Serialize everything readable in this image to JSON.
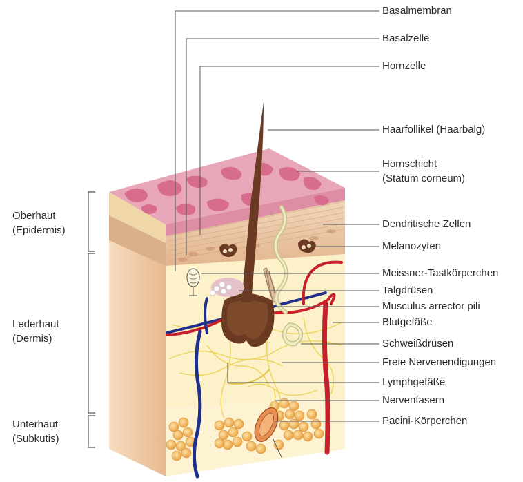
{
  "labels": [
    "Basalmembran",
    "Basalzelle",
    "Hornzelle",
    "Haarfollikel (Haarbalg)",
    "Hornschicht",
    "(Statum corneum)",
    "Dendritische Zellen",
    "Melanozyten",
    "Meissner-Tastkörperchen",
    "Talgdrüsen",
    "Musculus arrector pili",
    "Blutgefäße",
    "Schweißdrüsen",
    "Freie Nervenendigungen",
    "Lymphgefäße",
    "Nervenfasern",
    "Pacini-Körperchen"
  ],
  "layers": [
    {
      "name": "Oberhaut",
      "latin": "(Epidermis)"
    },
    {
      "name": "Lederhaut",
      "latin": "(Dermis)"
    },
    {
      "name": "Unterhaut",
      "latin": "(Subkutis)"
    }
  ],
  "colors": {
    "horn_layer": "#e7a3b4",
    "horn_patch": "#d86c8c",
    "epidermis": "#e9c9a9",
    "dermis": "#fbf0c8",
    "subcutis_fat": "#f6c06c",
    "hair": "#6b3a22",
    "artery": "#c8202a",
    "vein": "#1f2f8c",
    "nerve": "#e8d24a",
    "leader_line": "#555555"
  }
}
